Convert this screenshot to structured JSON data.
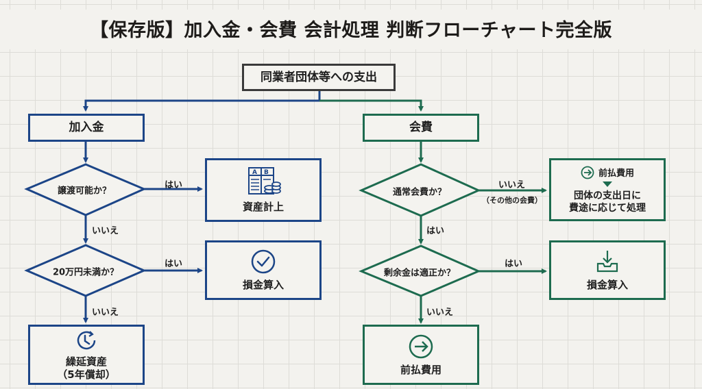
{
  "title": "【保存版】加入金・会費 会計処理 判断フローチャート完全版",
  "colors": {
    "blue": "#1c4587",
    "green": "#1d6b4f",
    "root_border": "#3a3a3a",
    "background": "#f3f2ee",
    "grid": "#dddcd7"
  },
  "root": {
    "label": "同業者団体等への支出"
  },
  "left_branch": {
    "head": {
      "label": "加入金"
    },
    "decision1": {
      "label": "譲渡可能か？",
      "yes_label": "はい",
      "no_label": "いいえ"
    },
    "result1": {
      "label": "資産計上",
      "icon": "ledger-coins-icon"
    },
    "decision2": {
      "label": "20万円未満か？",
      "yes_label": "はい",
      "no_label": "いいえ"
    },
    "result2": {
      "label": "損金算入",
      "icon": "check-circle-icon"
    },
    "result3": {
      "line1": "繰延資産",
      "line2": "（5年償却）",
      "icon": "clock-refresh-icon"
    }
  },
  "right_branch": {
    "head": {
      "label": "会費"
    },
    "decision1": {
      "label": "通常会費か？",
      "no_label": "いいえ",
      "no_sublabel": "（その他の会費）",
      "yes_label": "はい"
    },
    "result1": {
      "head": "前払費用",
      "line1": "団体の支出日に",
      "line2": "費途に応じて処理",
      "icon": "arrow-circle-icon"
    },
    "decision2": {
      "label": "剰余金は適正か？",
      "yes_label": "はい",
      "no_label": "いいえ"
    },
    "result2": {
      "label": "損金算入",
      "icon": "download-tray-icon"
    },
    "result3": {
      "label": "前払費用",
      "icon": "arrow-circle-icon"
    }
  }
}
